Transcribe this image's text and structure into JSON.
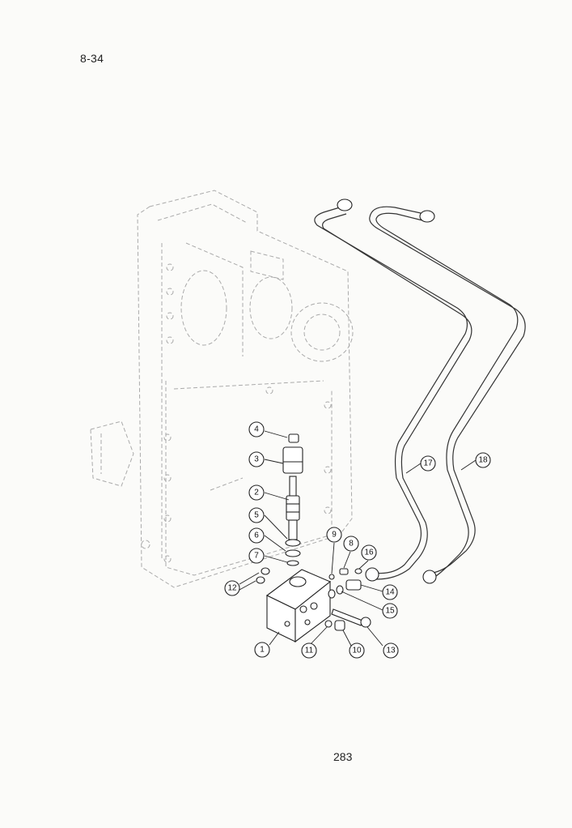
{
  "header": {
    "page_id": "8-34"
  },
  "footer": {
    "page_number": "283"
  },
  "callouts": [
    "1",
    "2",
    "3",
    "4",
    "5",
    "6",
    "7",
    "8",
    "9",
    "10",
    "11",
    "12",
    "13",
    "14",
    "15",
    "16",
    "17",
    "18"
  ]
}
